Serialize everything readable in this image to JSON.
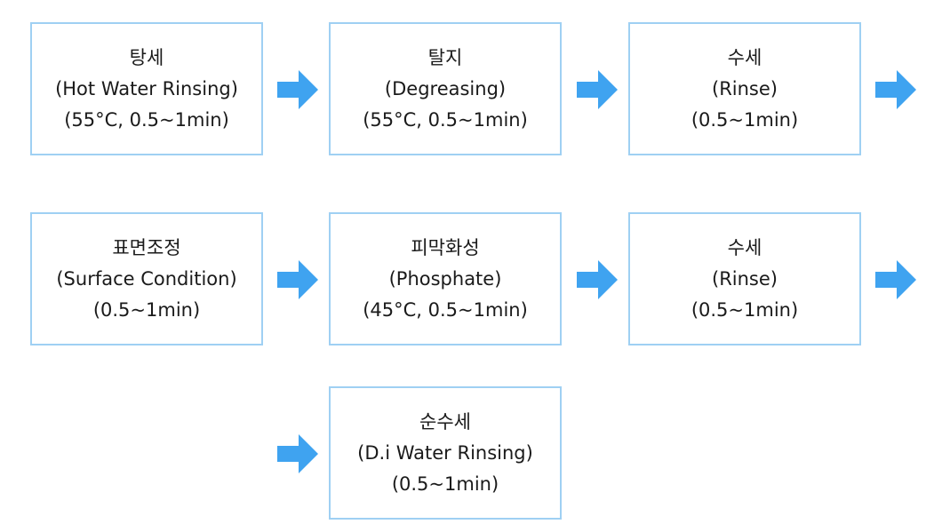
{
  "steps": [
    {
      "korean": "탕세",
      "english": "(Hot Water Rinsing)",
      "condition": "(55°C, 0.5~1min)"
    },
    {
      "korean": "탈지",
      "english": "(Degreasing)",
      "condition": "(55°C, 0.5~1min)"
    },
    {
      "korean": "수세",
      "english": "(Rinse)",
      "condition": "(0.5~1min)"
    },
    {
      "korean": "표면조정",
      "english": "(Surface Condition)",
      "condition": "(0.5~1min)"
    },
    {
      "korean": "피막화성",
      "english": "(Phosphate)",
      "condition": "(45°C, 0.5~1min)"
    },
    {
      "korean": "수세",
      "english": "(Rinse)",
      "condition": "(0.5~1min)"
    },
    {
      "korean": "순수세",
      "english": "(D.i Water Rinsing)",
      "condition": "(0.5~1min)"
    }
  ],
  "colors": {
    "box_border": "#9fd0f3",
    "arrow": "#3fa3f0",
    "text": "#1a1a1a"
  },
  "icons": {
    "flow_arrow": "arrow-right-icon"
  }
}
